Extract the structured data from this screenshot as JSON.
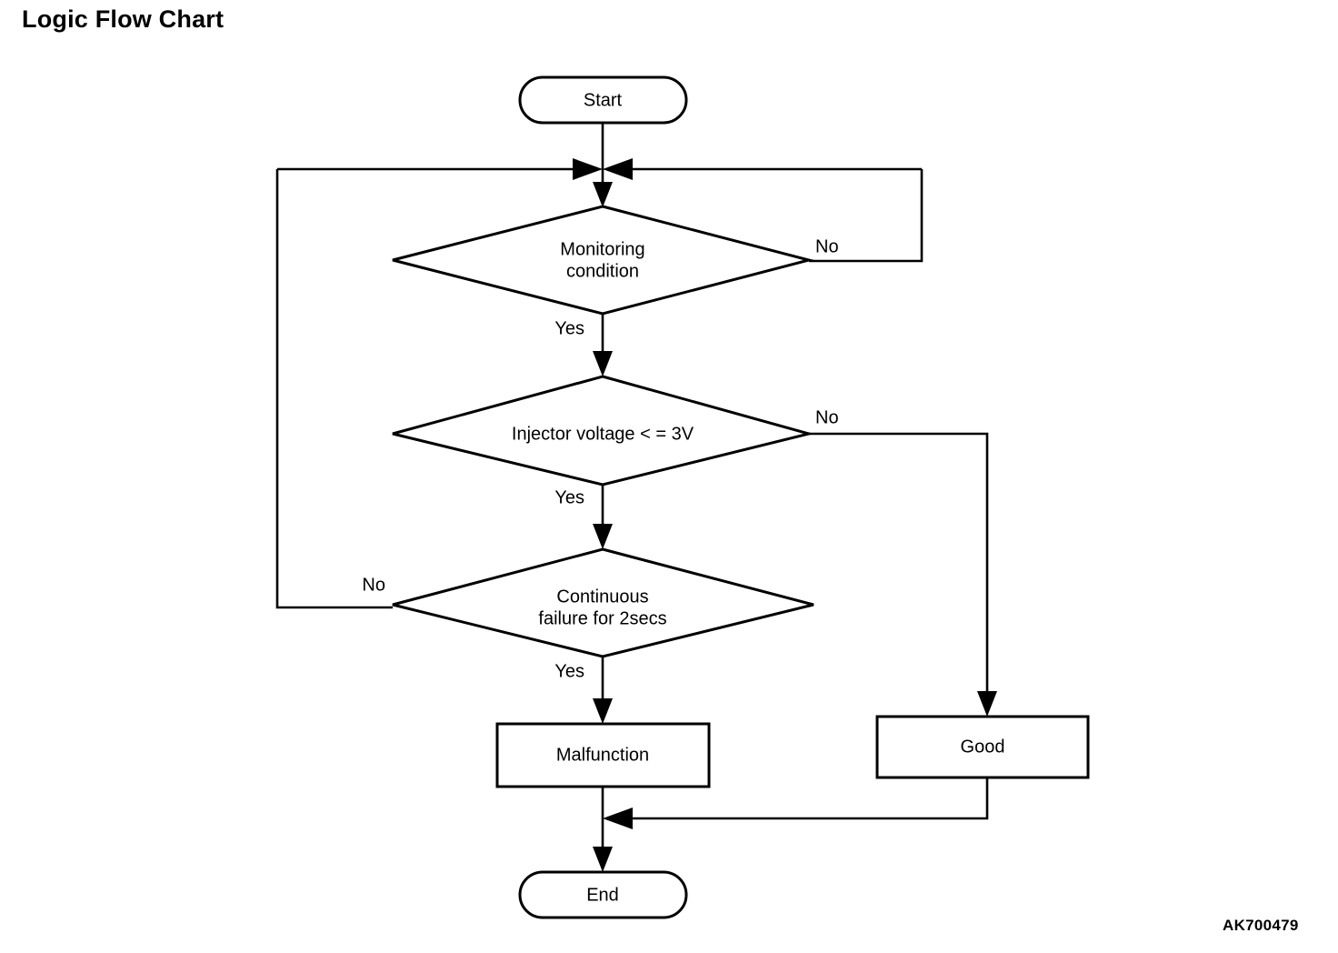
{
  "page": {
    "title": "Logic Flow Chart",
    "reference_code": "AK700479",
    "background_color": "#ffffff",
    "line_color": "#000000"
  },
  "chart_data": {
    "type": "diagram",
    "diagram_kind": "flowchart",
    "title": "Logic Flow Chart",
    "nodes": [
      {
        "id": "start",
        "shape": "stadium",
        "label": "Start"
      },
      {
        "id": "decision1",
        "shape": "diamond",
        "label_line1": "Monitoring",
        "label_line2": "condition",
        "label": "Monitoring condition"
      },
      {
        "id": "decision2",
        "shape": "diamond",
        "label_line1": "Injector voltage < = 3V",
        "label_line2": "",
        "label": "Injector voltage < = 3V"
      },
      {
        "id": "decision3",
        "shape": "diamond",
        "label_line1": "Continuous",
        "label_line2": "failure for 2secs",
        "label": "Continuous failure for 2secs"
      },
      {
        "id": "malfunction",
        "shape": "rectangle",
        "label": "Malfunction"
      },
      {
        "id": "good",
        "shape": "rectangle",
        "label": "Good"
      },
      {
        "id": "end",
        "shape": "stadium",
        "label": "End"
      }
    ],
    "edges": [
      {
        "from": "start",
        "to": "decision1",
        "label": "",
        "route": "down"
      },
      {
        "from": "decision1",
        "to": "decision2",
        "label": "Yes",
        "route": "down"
      },
      {
        "from": "decision1",
        "to": "decision1",
        "label": "No",
        "route": "right-up-loop-back-to-merge"
      },
      {
        "from": "decision2",
        "to": "decision3",
        "label": "Yes",
        "route": "down"
      },
      {
        "from": "decision2",
        "to": "good",
        "label": "No",
        "route": "right-down"
      },
      {
        "from": "decision3",
        "to": "malfunction",
        "label": "Yes",
        "route": "down"
      },
      {
        "from": "decision3",
        "to": "decision1",
        "label": "No",
        "route": "left-up-loop-back-to-merge"
      },
      {
        "from": "malfunction",
        "to": "end",
        "label": "",
        "route": "down"
      },
      {
        "from": "good",
        "to": "end",
        "label": "",
        "route": "down-left-merge"
      }
    ],
    "edge_labels": [
      "Yes",
      "No"
    ]
  },
  "labels": {
    "start": "Start",
    "decision1_line1": "Monitoring",
    "decision1_line2": "condition",
    "decision2_line1": "Injector voltage < = 3V",
    "decision3_line1": "Continuous",
    "decision3_line2": "failure for 2secs",
    "malfunction": "Malfunction",
    "good": "Good",
    "end": "End",
    "yes1": "Yes",
    "no1": "No",
    "yes2": "Yes",
    "no2": "No",
    "yes3": "Yes",
    "no3": "No"
  }
}
